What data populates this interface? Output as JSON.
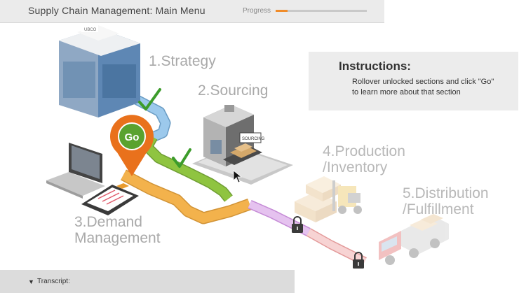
{
  "header": {
    "title": "Supply Chain Management: Main Menu",
    "progress_label": "Progress",
    "progress_value": 0.13
  },
  "stages": [
    {
      "label": "1.Strategy",
      "status": "complete"
    },
    {
      "label": "2.Sourcing",
      "status": "complete"
    },
    {
      "label": "3.Demand\nManagement",
      "status": "current"
    },
    {
      "label": "4.Production\n/Inventory",
      "status": "locked"
    },
    {
      "label": "5.Distribution\n/Fulfillment",
      "status": "locked"
    }
  ],
  "go_marker": {
    "label": "Go"
  },
  "instructions": {
    "heading": "Instructions:",
    "body": "Rollover unlocked sections and click \"Go\" to learn more about that section"
  },
  "sourcing_sign": "SOURCING",
  "building_sign": "UBCO",
  "transcript": {
    "arrow": "▼",
    "label": "Transcript:"
  },
  "colors": {
    "accent_orange": "#e9711c",
    "strategy_path": "#9cc9ec",
    "sourcing_path": "#8fc440",
    "demand_path": "#f3b24c",
    "production_path": "#d8a6e6",
    "distribution_path": "#f0b4b4",
    "check_green": "#3c9c2b",
    "progress_fill": "#f08c2a"
  }
}
